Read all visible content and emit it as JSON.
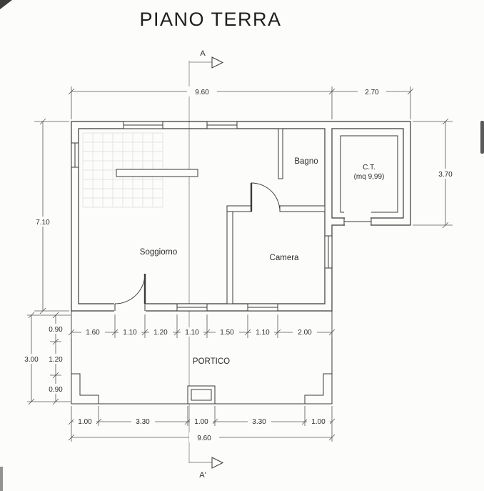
{
  "title": "PIANO TERRA",
  "section_marks": {
    "top": "A",
    "bottom": "A'"
  },
  "rooms": {
    "soggiorno": "Soggiorno",
    "camera": "Camera",
    "bagno": "Bagno",
    "ct_name": "C.T.",
    "ct_area": "(mq 9,99)",
    "portico": "PORTICO"
  },
  "dimensions": {
    "top_width_main": "9.60",
    "top_width_ext": "2.70",
    "right_height_ext": "3.70",
    "left_height_main": "7.10",
    "portico_depth_parts": [
      "0.90",
      "1.20",
      "0.90"
    ],
    "portico_depth_total": "3.00",
    "bottom_openings_chain": [
      "1.60",
      "1.10",
      "1.20",
      "1.10",
      "1.50",
      "1.10",
      "2.00"
    ],
    "pillar_spacing_chain": [
      "1.00",
      "3.30",
      "1.00",
      "3.30",
      "1.00"
    ],
    "bottom_width_total": "9.60"
  },
  "colors": {
    "paper": "#fcfcfa",
    "line": "#3a3a3a",
    "dim": "#555555",
    "text": "#2c2c2c",
    "stairs": "#dcdcdc",
    "section": "#8c8c8c"
  }
}
